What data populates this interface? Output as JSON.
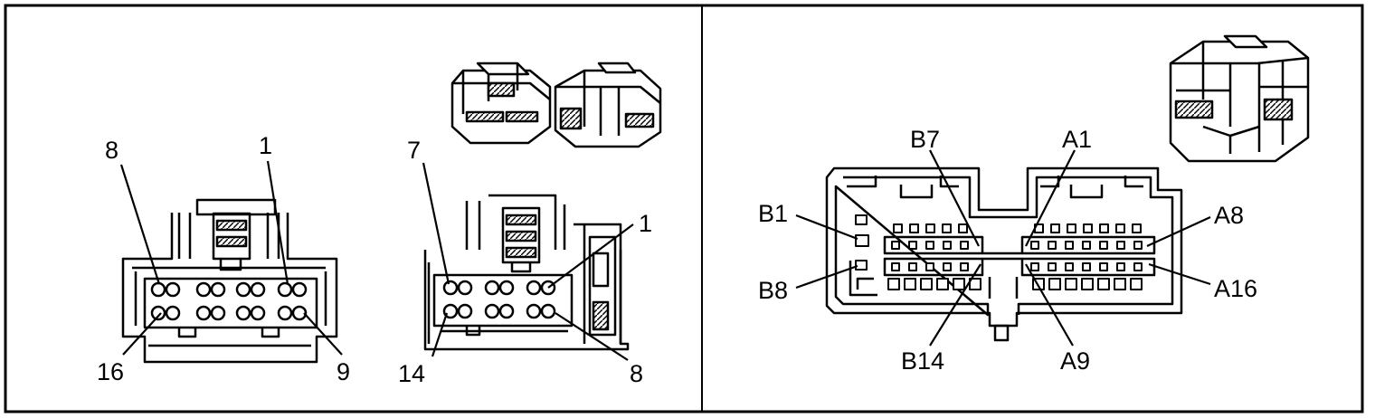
{
  "colors": {
    "line": "#000000",
    "background": "#ffffff",
    "shade": "#8a8a8a"
  },
  "connectors": {
    "c16": {
      "pin_labels": [
        "8",
        "1",
        "16",
        "9"
      ]
    },
    "c14": {
      "pin_labels": [
        "7",
        "1",
        "14",
        "8"
      ]
    },
    "c32": {
      "pin_labels": [
        "B7",
        "A1",
        "B1",
        "A8",
        "B8",
        "A16",
        "B14",
        "A9"
      ]
    }
  }
}
